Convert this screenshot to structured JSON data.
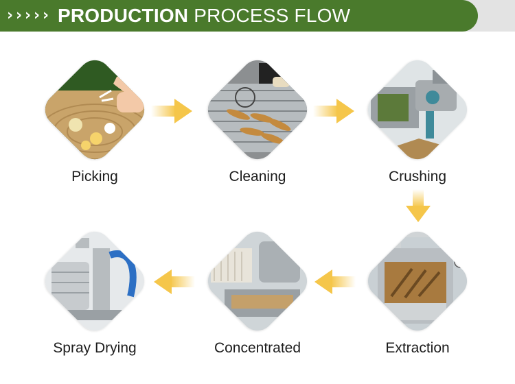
{
  "header": {
    "chevrons": "»»»",
    "title_bold": "PRODUCTION",
    "title_rest": " PROCESS FLOW"
  },
  "colors": {
    "banner_green": "#4a7a2c",
    "banner_gray": "#e3e3e3",
    "arrow_yellow": "#f5c64a"
  },
  "steps": [
    {
      "label": "Picking",
      "icon": "honeysuckle-picking-photo"
    },
    {
      "label": "Cleaning",
      "icon": "root-cleaning-photo"
    },
    {
      "label": "Crushing",
      "icon": "crushing-machine-photo"
    },
    {
      "label": "Extraction",
      "icon": "extraction-tank-photo"
    },
    {
      "label": "Concentrated",
      "icon": "concentrator-photo"
    },
    {
      "label": "Spray Drying",
      "icon": "spray-dryer-photo"
    }
  ]
}
